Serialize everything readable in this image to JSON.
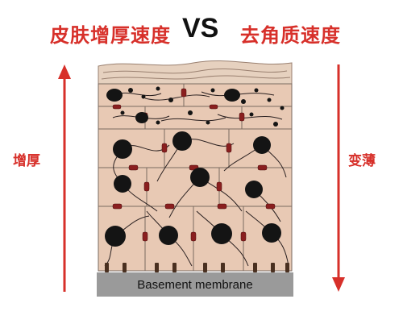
{
  "header": {
    "left_title": "皮肤增厚速度",
    "vs_label": "VS",
    "right_title": "去角质速度"
  },
  "side_labels": {
    "left": "增厚",
    "right": "变薄"
  },
  "diagram": {
    "membrane_label": "Basement membrane",
    "colors": {
      "accent_red": "#d7302a",
      "cell_fill": "#e8c9b4",
      "cell_border": "#7a6a60",
      "nucleus": "#141414",
      "desmosome": "#8a1f1f",
      "membrane": "#9a9a9a",
      "horny_layer": "#e6d1bf"
    }
  }
}
